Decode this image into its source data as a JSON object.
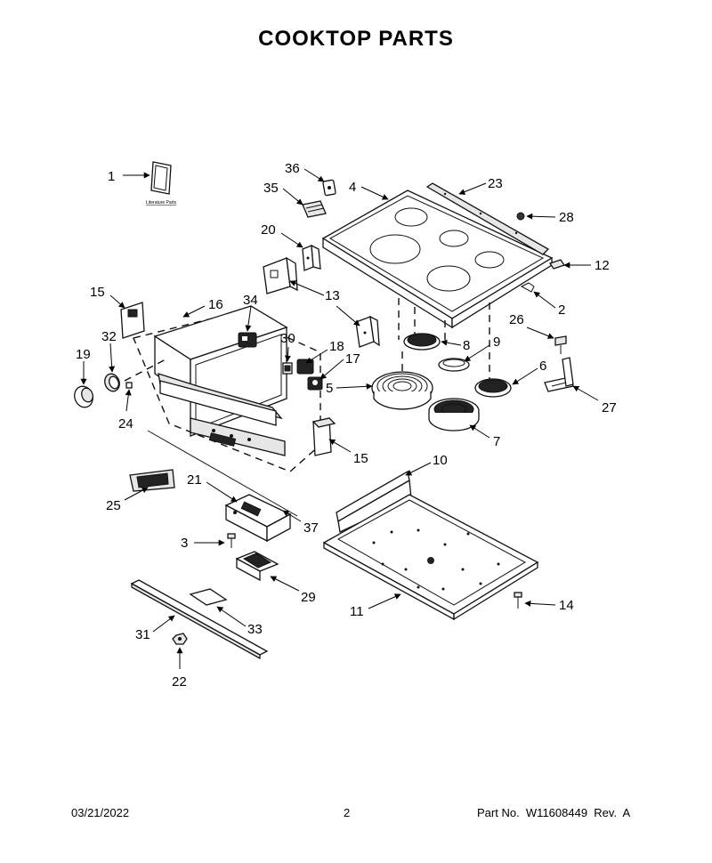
{
  "title": "COOKTOP PARTS",
  "literature_label": "Literature Parts",
  "footer": {
    "date": "03/21/2022",
    "page": "2",
    "part_number": "Part No.  W11608449  Rev.  A"
  },
  "callouts": [
    "1",
    "2",
    "3",
    "4",
    "5",
    "6",
    "7",
    "8",
    "9",
    "10",
    "11",
    "12",
    "13",
    "14",
    "15",
    "15",
    "16",
    "17",
    "18",
    "19",
    "20",
    "21",
    "22",
    "23",
    "24",
    "25",
    "26",
    "27",
    "28",
    "29",
    "30",
    "31",
    "32",
    "33",
    "34",
    "35",
    "36",
    "37"
  ]
}
